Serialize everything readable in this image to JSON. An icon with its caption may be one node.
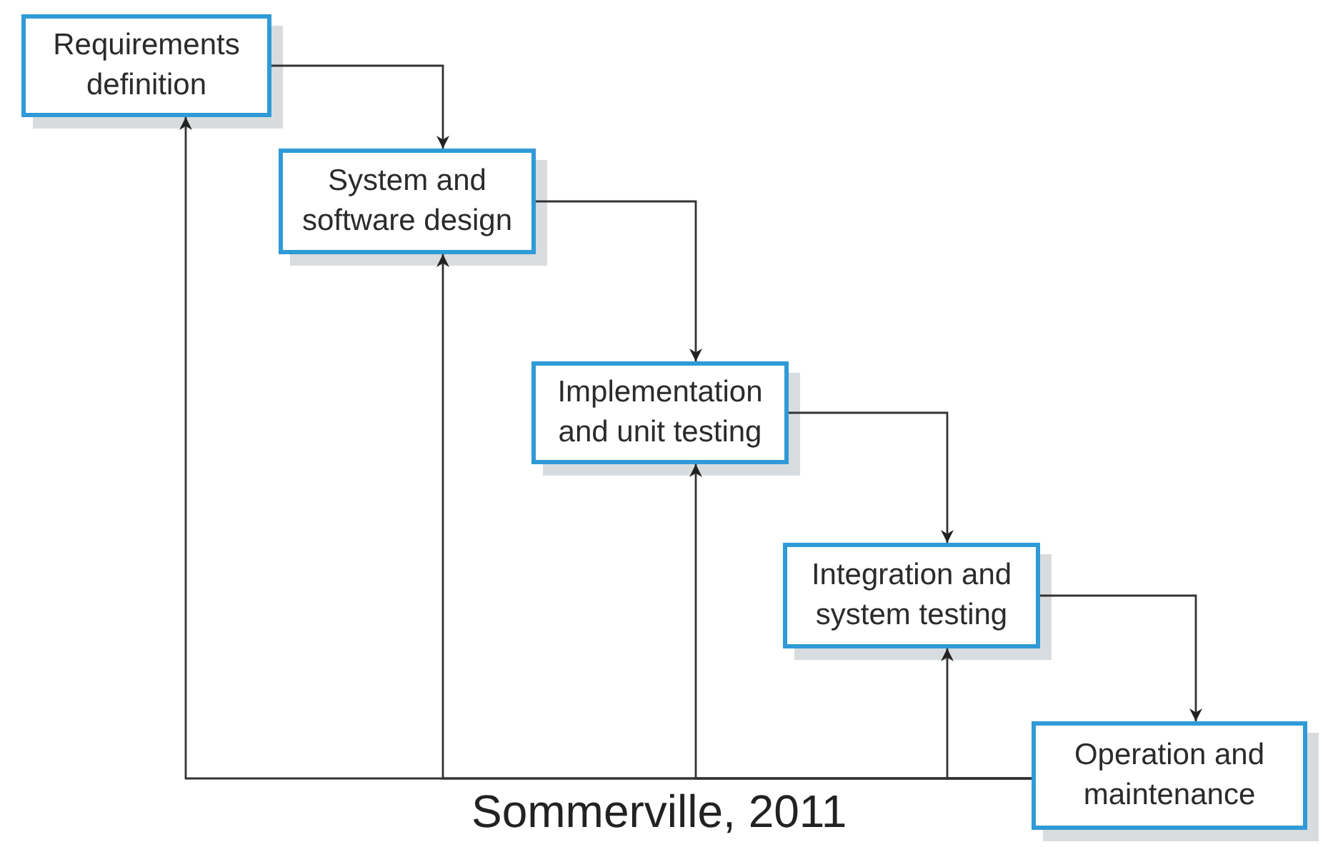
{
  "diagram": {
    "caption": "Sommerville, 2011",
    "nodes": [
      {
        "text": [
          "Requirements definition"
        ]
      },
      {
        "text": [
          "System and software design"
        ]
      },
      {
        "text": [
          "Implementation and unit testing"
        ]
      },
      {
        "text": [
          "Integration and system testing"
        ]
      },
      {
        "text": [
          "Operation and maintenance"
        ]
      }
    ],
    "edges": [
      {
        "from": 0,
        "to": 1,
        "arrow": "to"
      },
      {
        "from": 1,
        "to": 2,
        "arrow": "to"
      },
      {
        "from": 2,
        "to": 3,
        "arrow": "to"
      },
      {
        "from": 3,
        "to": 4,
        "arrow": "to"
      },
      {
        "from": 4,
        "to": 0,
        "arrow": "to"
      },
      {
        "from": 4,
        "to": 1,
        "arrow": "to"
      },
      {
        "from": 4,
        "to": 2,
        "arrow": "to"
      },
      {
        "from": 4,
        "to": 3,
        "arrow": "to"
      }
    ]
  }
}
